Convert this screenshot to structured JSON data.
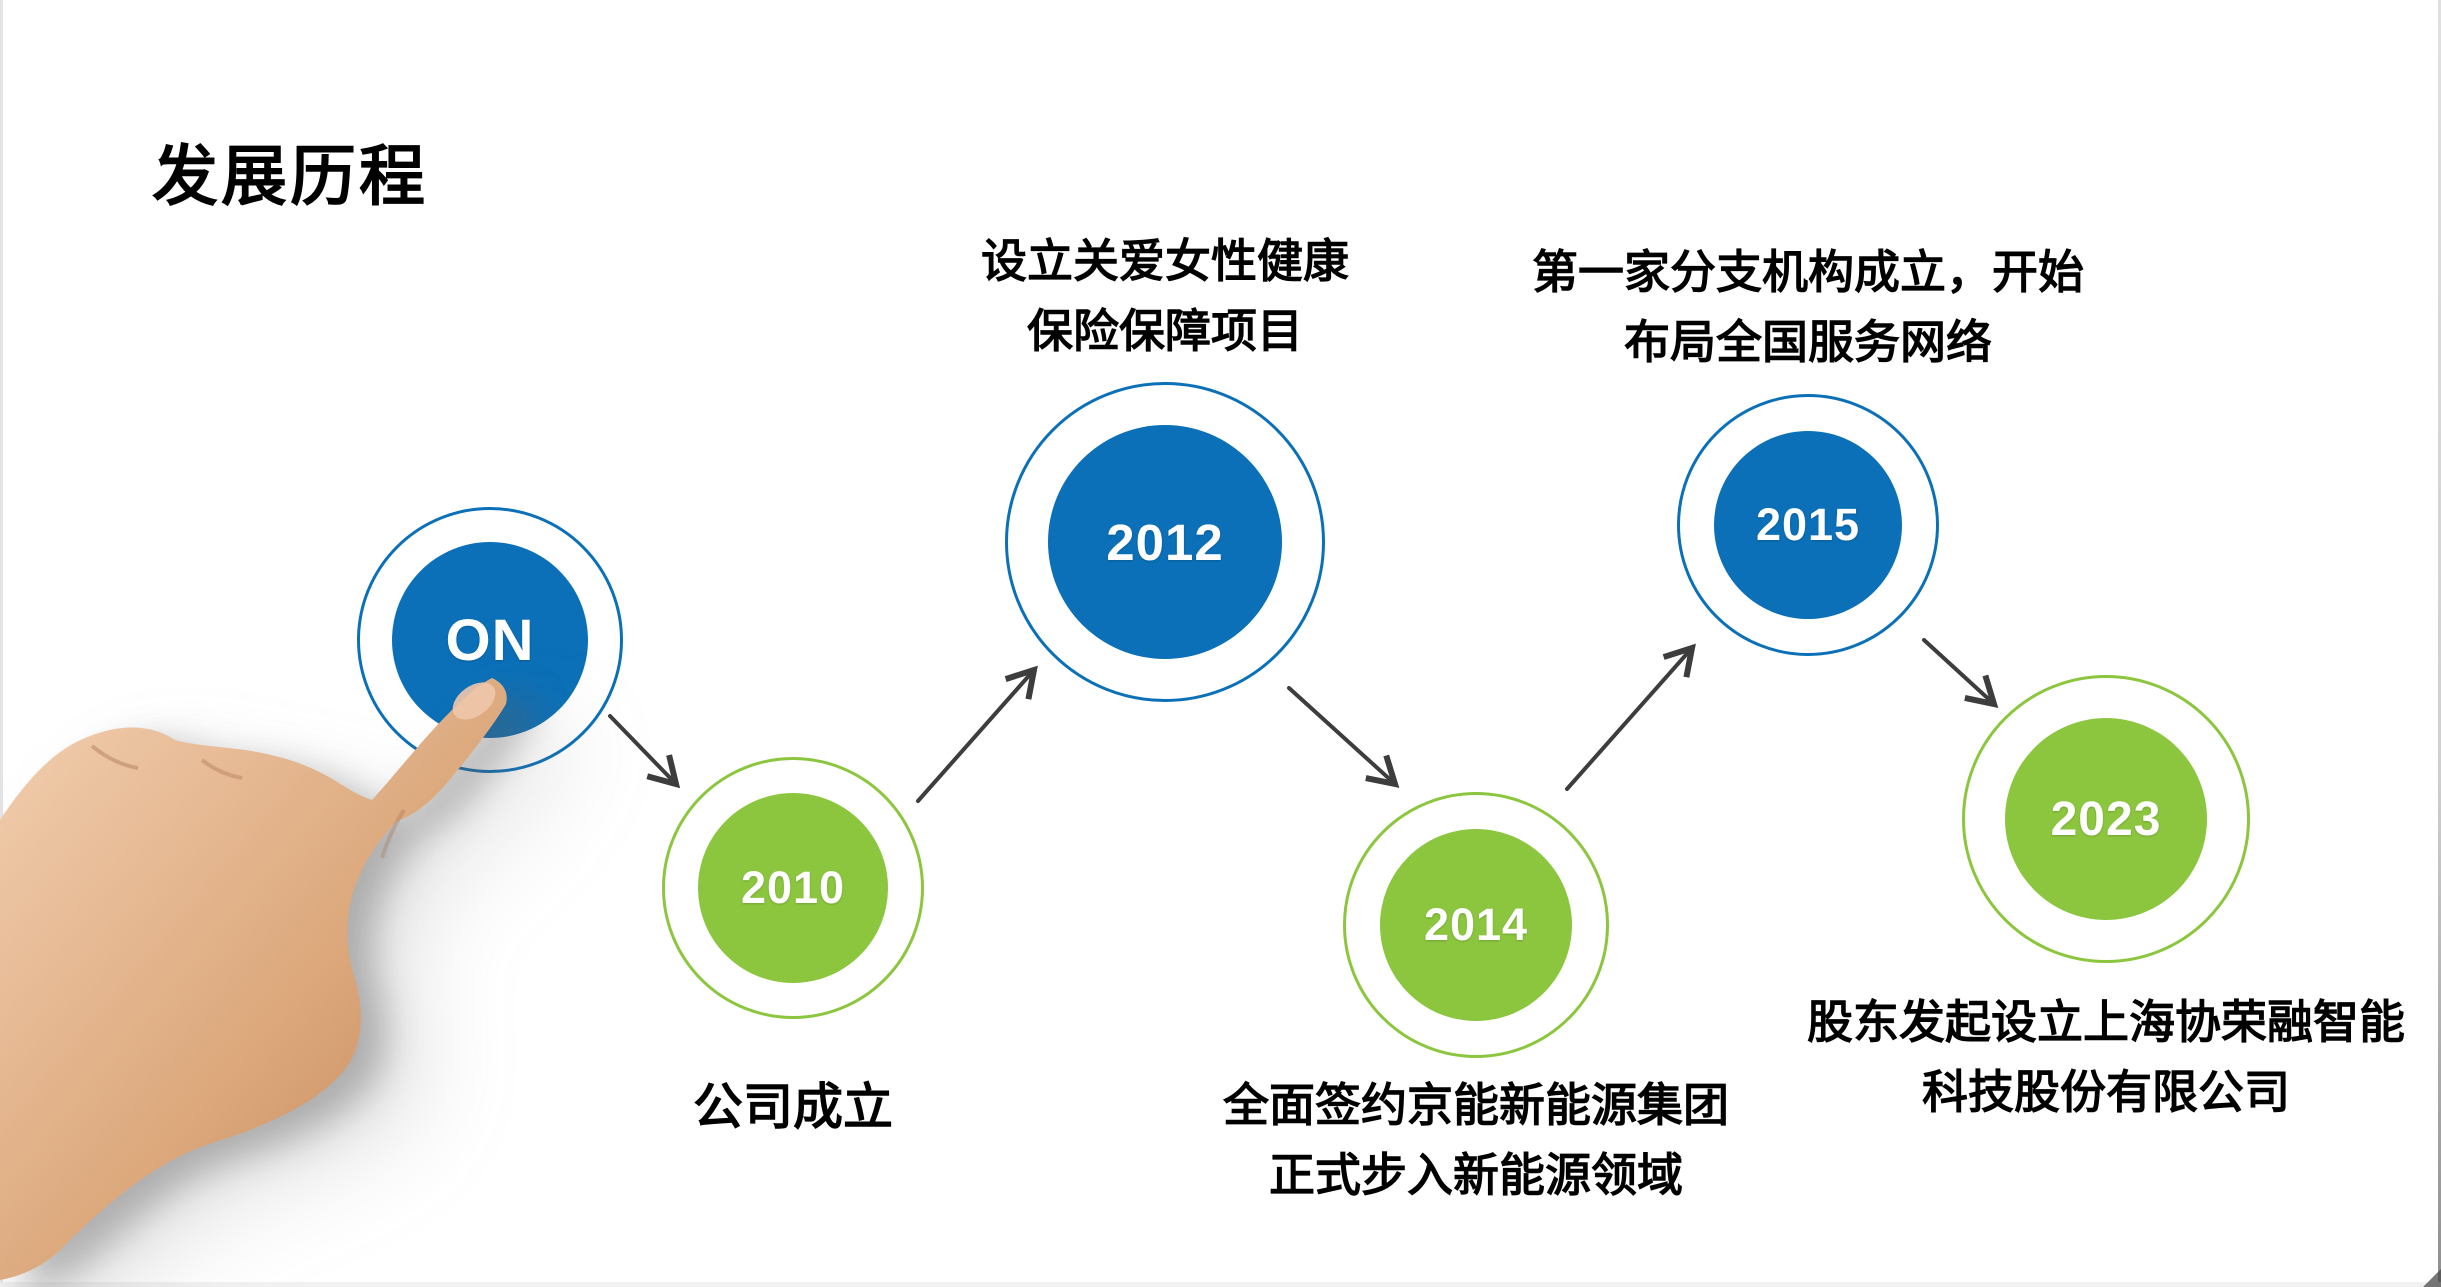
{
  "slide": {
    "title": "发展历程"
  },
  "colors": {
    "background": "#ffffff",
    "node_blue": "#0b70b8",
    "node_green": "#8cc63f",
    "arrow_gray": "#3d3d3d",
    "label_black": "#000000",
    "year_white": "#ffffff"
  },
  "timeline": {
    "nodes": [
      {
        "id": "on",
        "year": "ON",
        "color": "blue",
        "label_lines": []
      },
      {
        "id": "2010",
        "year": "2010",
        "color": "green",
        "label_position": "below",
        "label_lines": [
          "公司成立"
        ]
      },
      {
        "id": "2012",
        "year": "2012",
        "color": "blue",
        "label_position": "above",
        "label_lines": [
          "设立关爱女性健康",
          "保险保障项目"
        ]
      },
      {
        "id": "2014",
        "year": "2014",
        "color": "green",
        "label_position": "below",
        "label_lines": [
          "全面签约京能新能源集团",
          "正式步入新能源领域"
        ]
      },
      {
        "id": "2015",
        "year": "2015",
        "color": "blue",
        "label_position": "above",
        "label_lines": [
          "第一家分支机构成立，开始",
          "布局全国服务网络"
        ]
      },
      {
        "id": "2023",
        "year": "2023",
        "color": "green",
        "label_position": "below",
        "label_lines": [
          "股东发起设立上海协荣融智能",
          "科技股份有限公司"
        ]
      }
    ]
  },
  "icons": {
    "hand": "pointing-hand-icon",
    "arrow": "flow-arrow-icon"
  }
}
